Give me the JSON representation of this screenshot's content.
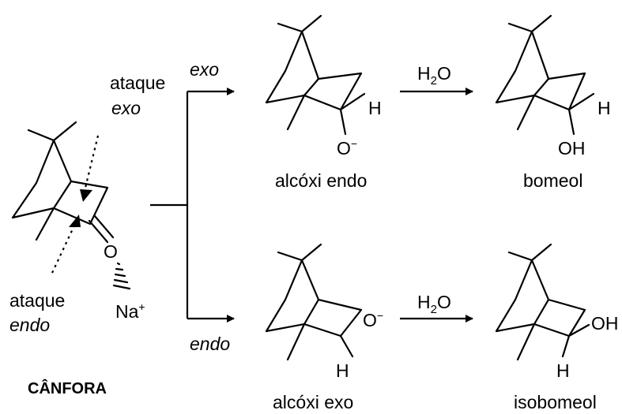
{
  "camphor": {
    "name": "CÂNFORA",
    "attack_exo_line1": "ataque",
    "attack_exo_line2": "exo",
    "attack_endo_line1": "ataque",
    "attack_endo_line2": "endo",
    "oxygen": "O",
    "sodium": "Na",
    "sodium_charge": "+"
  },
  "pathways": {
    "top_label": "exo",
    "bottom_label": "endo"
  },
  "top_row": {
    "alkoxide_h": "H",
    "alkoxide_o": "O",
    "alkoxide_charge": "−",
    "alkoxide_name": "alcóxi endo",
    "reagent_h": "H",
    "reagent_sub": "2",
    "reagent_o": "O",
    "product_h": "H",
    "product_oh": "OH",
    "product_name": "bomeol"
  },
  "bottom_row": {
    "alkoxide_o": "O",
    "alkoxide_charge": "−",
    "alkoxide_h": "H",
    "alkoxide_name": "alcóxi exo",
    "reagent_h": "H",
    "reagent_sub": "2",
    "reagent_o": "O",
    "product_oh": "OH",
    "product_h": "H",
    "product_name": "isobomeol"
  }
}
